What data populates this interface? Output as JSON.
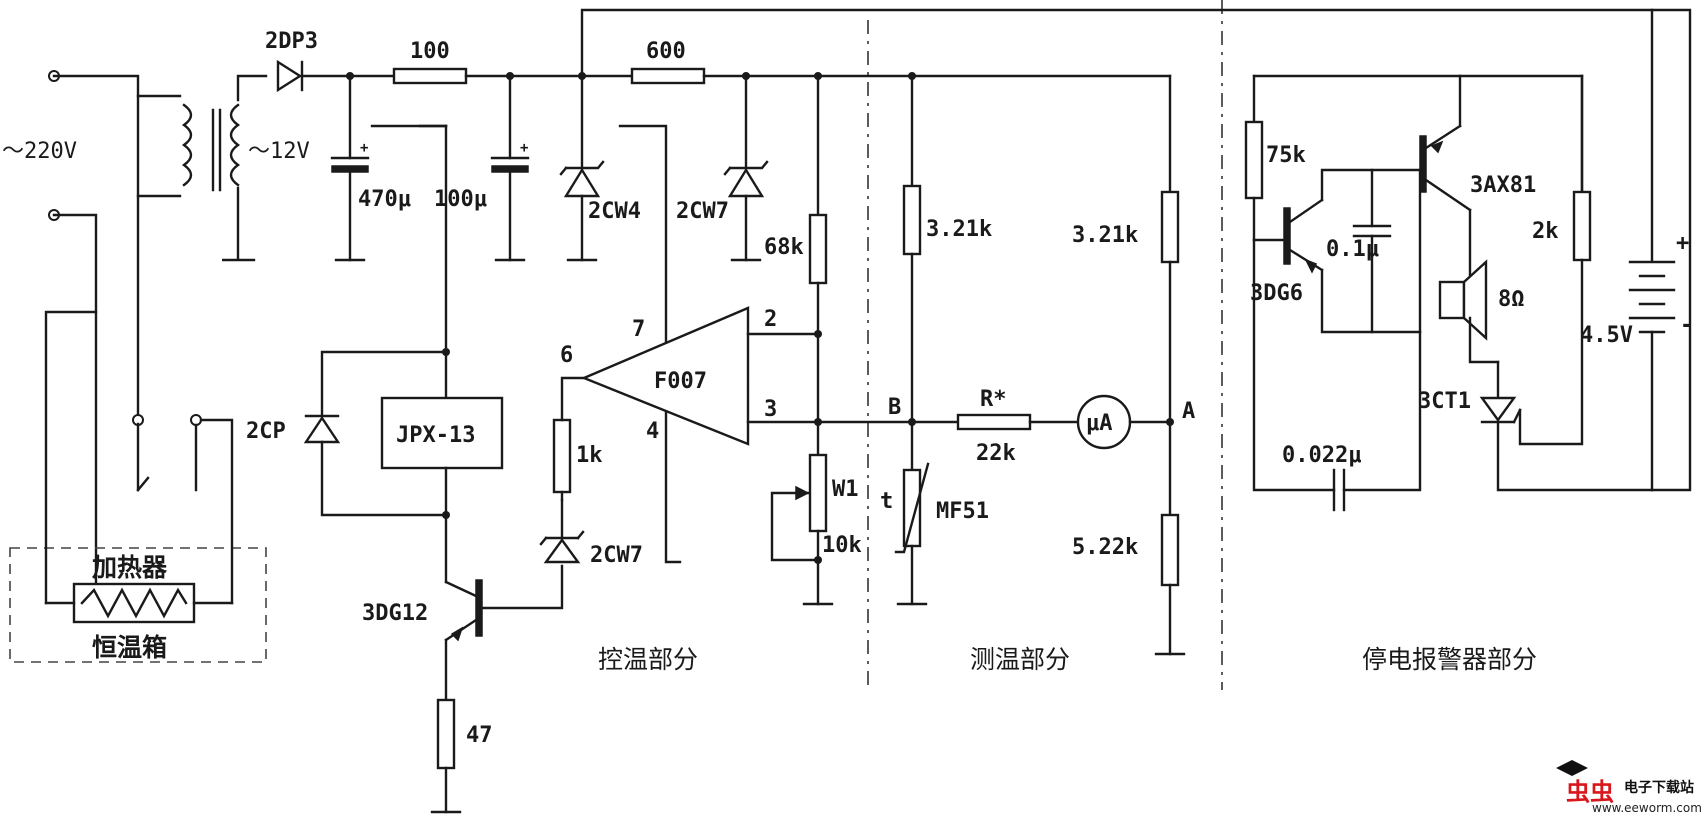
{
  "labels": {
    "ac_in": "～220V",
    "ac_out": "～12V",
    "diode_rect": "2DP3",
    "r_100": "100",
    "r_600": "600",
    "c_470": "470μ",
    "c_100": "100μ",
    "zener_2cw4": "2CW4",
    "zener_2cw7a": "2CW7",
    "r_68k": "68k",
    "r_321k_a": "3.21k",
    "r_321k_b": "3.21k",
    "r_75k": "75k",
    "q_3ax81": "3AX81",
    "q_3dg6": "3DG6",
    "c_01": "0.1μ",
    "r_2k": "2k",
    "spk": "8Ω",
    "batt": "4.5V",
    "batt_plus": "+",
    "batt_minus": "-",
    "diode_2cp": "2CP",
    "relay": "JPX-13",
    "pin7": "7",
    "pin6": "6",
    "pin2": "2",
    "pin3": "3",
    "pin4": "4",
    "opamp": "F007",
    "r_1k": "1k",
    "zener_2cw7b": "2CW7",
    "pot_w1": "W1",
    "pot_10k": "10k",
    "node_b": "B",
    "r_star": "R*",
    "r_22k": "22k",
    "meter": "μA",
    "node_a": "A",
    "therm_t": "t",
    "therm_mf51": "MF51",
    "r_522k": "5.22k",
    "scr": "3CT1",
    "c_0022": "0.022μ",
    "heater": "加热器",
    "oven": "恒温箱",
    "q_3dg12": "3DG12",
    "r_47": "47",
    "sec_control": "控温部分",
    "sec_measure": "测温部分",
    "sec_alarm": "停电报警器部分"
  },
  "watermark": {
    "logo_text": "虫虫",
    "site_name": "电子下载站",
    "url": "www.eeworm.com"
  },
  "colors": {
    "ink": "#1a1a1a",
    "watermark_red": "#d9161b"
  }
}
